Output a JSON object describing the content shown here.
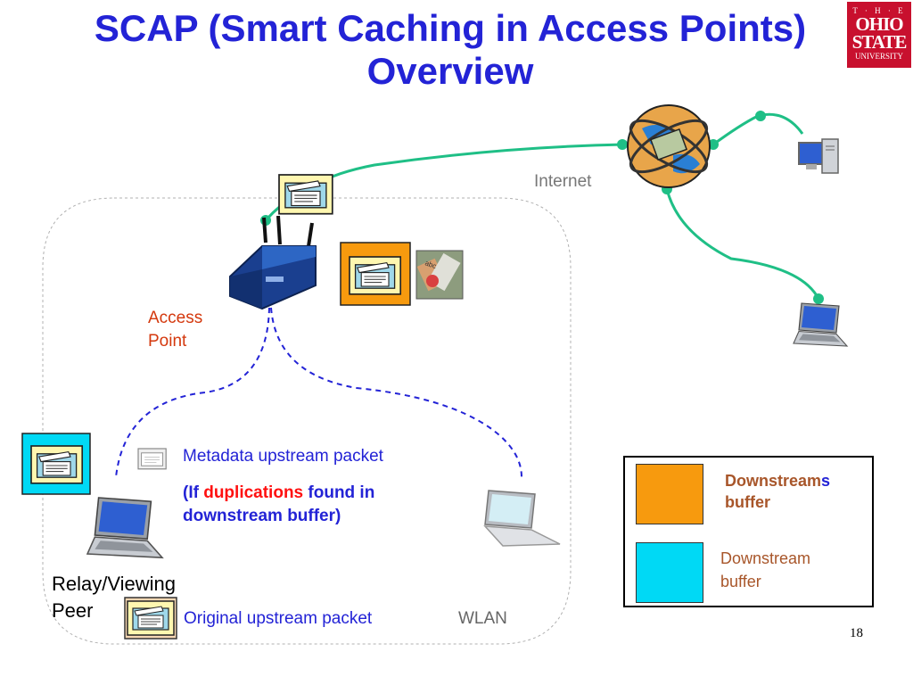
{
  "slide": {
    "title_line1": "SCAP (Smart Caching in Access Points)",
    "title_line2": "Overview",
    "page_number": "18"
  },
  "logo": {
    "line1": "T · H · E",
    "line2": "OHIO",
    "line3": "STATE",
    "line4": "UNIVERSITY",
    "color": "#c8102e"
  },
  "labels": {
    "internet": "Internet",
    "access_point_line1": "Access",
    "access_point_line2": "Point",
    "wlan": "WLAN",
    "relay_peer_line1": "Relay/Viewing",
    "relay_peer_line2": "Peer",
    "metadata_packet": "Metadata upstream packet",
    "dup_prefix": "(If ",
    "dup_highlight": "duplications",
    "dup_suffix": " found in",
    "dup_line2": "downstream buffer)",
    "original_packet": "Original upstream packet"
  },
  "legend": {
    "item1_main": "Downstream",
    "item1_suffix": "s",
    "item1_line2": "buffer",
    "item2_line1": "Downstream",
    "item2_line2": "buffer",
    "item1_color": "#f79a0e",
    "item2_color": "#00d9f5"
  },
  "colors": {
    "title": "#2323d6",
    "link": "#1fbf86",
    "wlan_link": "#2323d6",
    "accent_text": "#d4380d"
  }
}
